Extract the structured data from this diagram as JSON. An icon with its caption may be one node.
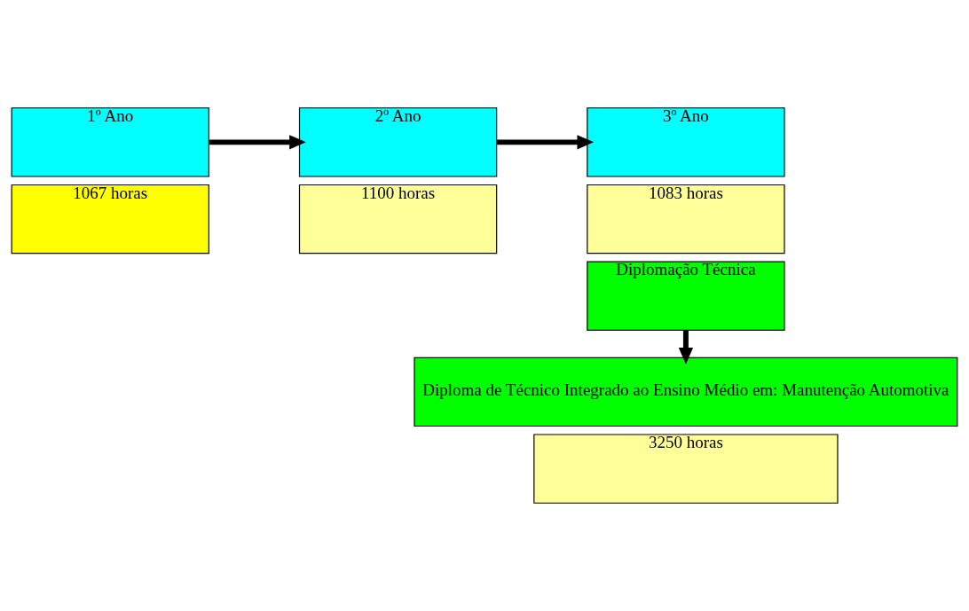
{
  "diagram": {
    "nodes": [
      {
        "text": [
          "1º Ano"
        ]
      },
      {
        "text": [
          "1067 horas"
        ]
      },
      {
        "text": [
          "2º Ano"
        ]
      },
      {
        "text": [
          "1100 horas"
        ]
      },
      {
        "text": [
          "3º Ano"
        ]
      },
      {
        "text": [
          "1083 horas"
        ]
      },
      {
        "text": [
          "Diplomação Técnica"
        ]
      },
      {
        "text": [
          "Diploma de Técnico Integrado ao Ensino Médio em: Manutenção Automotiva"
        ]
      },
      {
        "text": [
          "3250 horas"
        ]
      }
    ],
    "edges": [
      {
        "from": 0,
        "to": 2,
        "arrow": "to"
      },
      {
        "from": 2,
        "to": 4,
        "arrow": "to"
      },
      {
        "from": 6,
        "to": 7,
        "arrow": "to"
      }
    ]
  }
}
